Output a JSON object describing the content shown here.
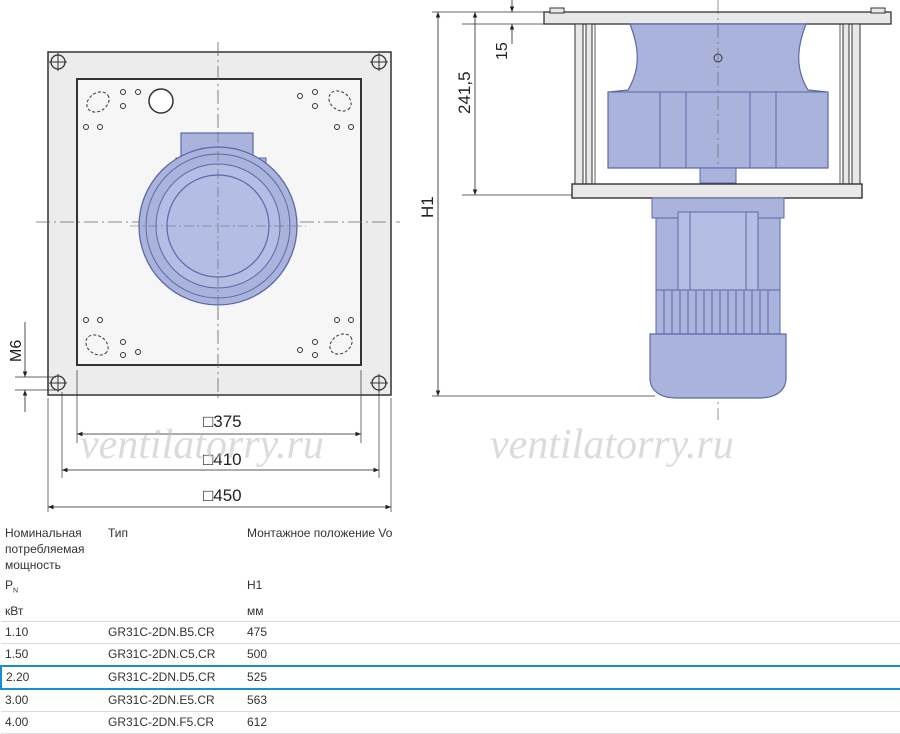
{
  "drawing": {
    "dim_square_inner": "□375",
    "dim_square_mid": "□410",
    "dim_square_outer": "□450",
    "dim_thread": "M6",
    "dim_overall_height": "H1",
    "dim_mount_height": "241,5",
    "dim_flange": "15",
    "watermark_left": "ventilatorry.ru",
    "watermark_right": "ventilatorry.ru",
    "colors": {
      "motor_fill": "#a9b3dc",
      "motor_stroke": "#5a6aa8",
      "plate_fill": "#e8e8e8",
      "line": "#333333"
    }
  },
  "table": {
    "col_power_header": "Номинальная потребляемая мощность",
    "col_type_header": "Тип",
    "col_mount_header": "Монтажное положение Vo",
    "symbol_power": "P",
    "symbol_power_sub": "N",
    "symbol_h": "H1",
    "unit_power": "кВт",
    "unit_h": "мм",
    "rows": [
      {
        "power": "1.10",
        "type": "GR31C-2DN.B5.CR",
        "h1": "475",
        "highlighted": false
      },
      {
        "power": "1.50",
        "type": "GR31C-2DN.C5.CR",
        "h1": "500",
        "highlighted": false
      },
      {
        "power": "2.20",
        "type": "GR31C-2DN.D5.CR",
        "h1": "525",
        "highlighted": true
      },
      {
        "power": "3.00",
        "type": "GR31C-2DN.E5.CR",
        "h1": "563",
        "highlighted": false
      },
      {
        "power": "4.00",
        "type": "GR31C-2DN.F5.CR",
        "h1": "612",
        "highlighted": false
      }
    ]
  }
}
